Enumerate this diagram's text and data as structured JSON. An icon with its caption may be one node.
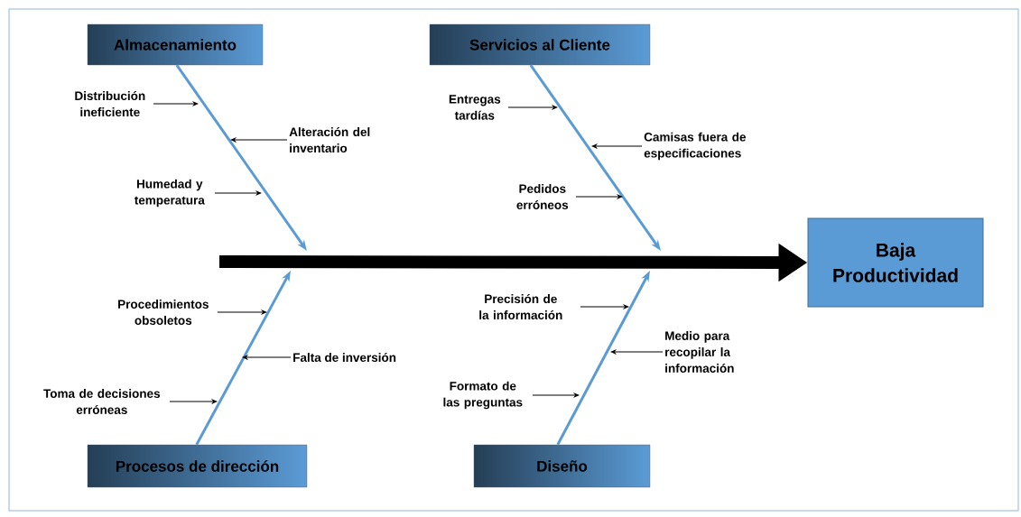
{
  "diagram": {
    "nodes": [
      {
        "text": [
          "Almacenamiento"
        ]
      },
      {
        "text": [
          "Servicios al Cliente"
        ]
      },
      {
        "text": [
          "Procesos de dirección"
        ]
      },
      {
        "text": [
          "Diseño"
        ]
      },
      {
        "text": [
          "Baja Productividad"
        ]
      },
      {
        "text": [
          "Distribución ineficiente"
        ]
      },
      {
        "text": [
          "Alteración del inventario"
        ]
      },
      {
        "text": [
          "Humedad y temperatura"
        ]
      },
      {
        "text": [
          "Entregas tardías"
        ]
      },
      {
        "text": [
          "Camisas fuera de especificaciones"
        ]
      },
      {
        "text": [
          "Pedidos erróneos"
        ]
      },
      {
        "text": [
          "Procedimientos obsoletos"
        ]
      },
      {
        "text": [
          "Falta de inversión"
        ]
      },
      {
        "text": [
          "Toma de decisiones erróneas"
        ]
      },
      {
        "text": [
          "Precisión de la información"
        ]
      },
      {
        "text": [
          "Medio para recopilar la información"
        ]
      },
      {
        "text": [
          "Formato de las preguntas"
        ]
      }
    ],
    "edges": [
      {
        "from": null,
        "to": 4,
        "arrow": "to",
        "style": "thick"
      },
      {
        "from": 0,
        "to": null,
        "arrow": "to",
        "style": "thick",
        "color": "#5b9bd5"
      },
      {
        "from": 1,
        "to": null,
        "arrow": "to",
        "style": "thick",
        "color": "#5b9bd5"
      },
      {
        "from": 2,
        "to": null,
        "arrow": "to",
        "style": "thick",
        "color": "#5b9bd5"
      },
      {
        "from": 3,
        "to": null,
        "arrow": "to",
        "style": "thick",
        "color": "#5b9bd5"
      },
      {
        "from": 5,
        "to": null,
        "arrow": "to"
      },
      {
        "from": 6,
        "to": null,
        "arrow": "to"
      },
      {
        "from": 7,
        "to": null,
        "arrow": "to"
      },
      {
        "from": 8,
        "to": null,
        "arrow": "to"
      },
      {
        "from": 9,
        "to": null,
        "arrow": "to"
      },
      {
        "from": 10,
        "to": null,
        "arrow": "to"
      },
      {
        "from": 11,
        "to": null,
        "arrow": "to"
      },
      {
        "from": 12,
        "to": null,
        "arrow": "to"
      },
      {
        "from": 13,
        "to": null,
        "arrow": "to"
      },
      {
        "from": 14,
        "to": null,
        "arrow": "to"
      },
      {
        "from": 15,
        "to": null,
        "arrow": "to"
      },
      {
        "from": 16,
        "to": null,
        "arrow": "to"
      }
    ]
  }
}
